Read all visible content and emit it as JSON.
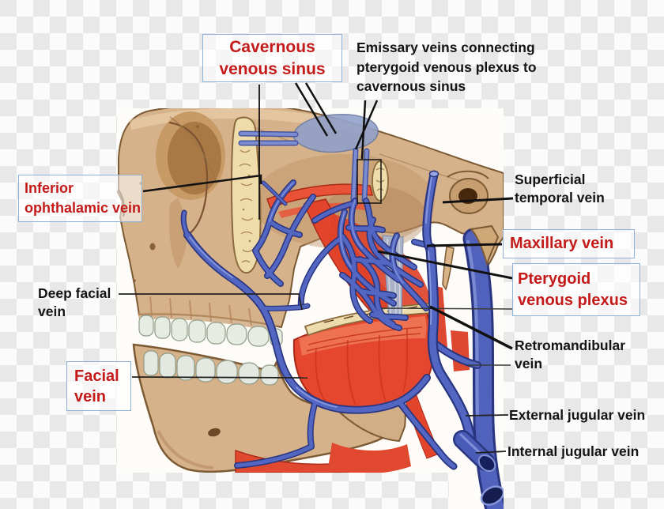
{
  "figure": {
    "kind": "anatomical illustration, lateral view of skull showing veins of the face",
    "background": "transparency checkerboard"
  },
  "palette": {
    "label_red": "#c41a1a",
    "label_black": "#141414",
    "box_border": "#8fb0d8",
    "vein_blue": "#5266c2",
    "vein_outline": "#2a3580",
    "muscle_red": "#e4472e",
    "bone_tan": "#d6b28a",
    "spongy_bone": "#eedcab",
    "sinus_blue": "#8f9fca",
    "teeth": "#e7ece3",
    "checker_gray": "#e8e8e8"
  },
  "annotations": {
    "cavernous": {
      "text": "Cavernous\nvenous sinus",
      "style": "boxed-red"
    },
    "emissary": {
      "text": "Emissary veins connecting\npterygoid venous plexus to\ncavernous sinus",
      "style": "black"
    },
    "inferior_ophthalamic": {
      "text": "Inferior\nophthalamic vein",
      "style": "boxed-red"
    },
    "superficial_temporal": {
      "text": "Superficial\ntemporal vein",
      "style": "black"
    },
    "maxillary": {
      "text": "Maxillary vein",
      "style": "boxed-red"
    },
    "pterygoid_plexus": {
      "text": "Pterygoid\nvenous plexus",
      "style": "boxed-red"
    },
    "deep_facial": {
      "text": "Deep facial\nvein",
      "style": "black"
    },
    "facial": {
      "text": "Facial\nvein",
      "style": "boxed-red"
    },
    "retromandibular": {
      "text": "Retromandibular\nvein",
      "style": "black"
    },
    "external_jugular": {
      "text": "External jugular vein",
      "style": "black"
    },
    "internal_jugular": {
      "text": "Internal jugular vein",
      "style": "black"
    }
  }
}
